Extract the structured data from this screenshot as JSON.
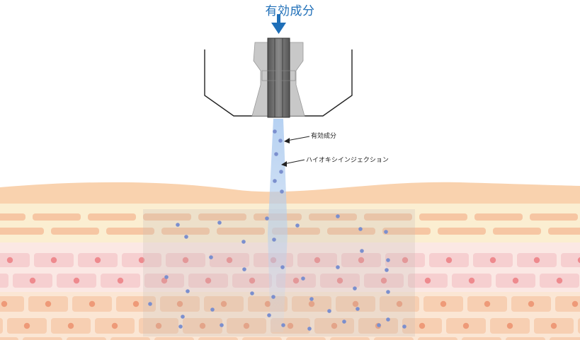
{
  "title_label": "有効成分",
  "labels": {
    "active_ingredient": "有効成分",
    "injection": "ハイオキシインジェクション"
  },
  "colors": {
    "accent_blue": "#1f6fb8",
    "particle": "#7b8fce",
    "skin_top": "#f9d2ae",
    "epidermis_band": "#fbeed1",
    "dermis_upper": "#f6d0cc",
    "dermis_lower": "#f5d6ba",
    "cell_dot_pink": "#ee8a8e",
    "cell_dot_orange": "#ee9a78",
    "nozzle_dark": "#6e6e6e",
    "nozzle_light": "#c8c8c8"
  },
  "icons": [
    "down-arrow-icon",
    "pointer-arrow-icon"
  ]
}
